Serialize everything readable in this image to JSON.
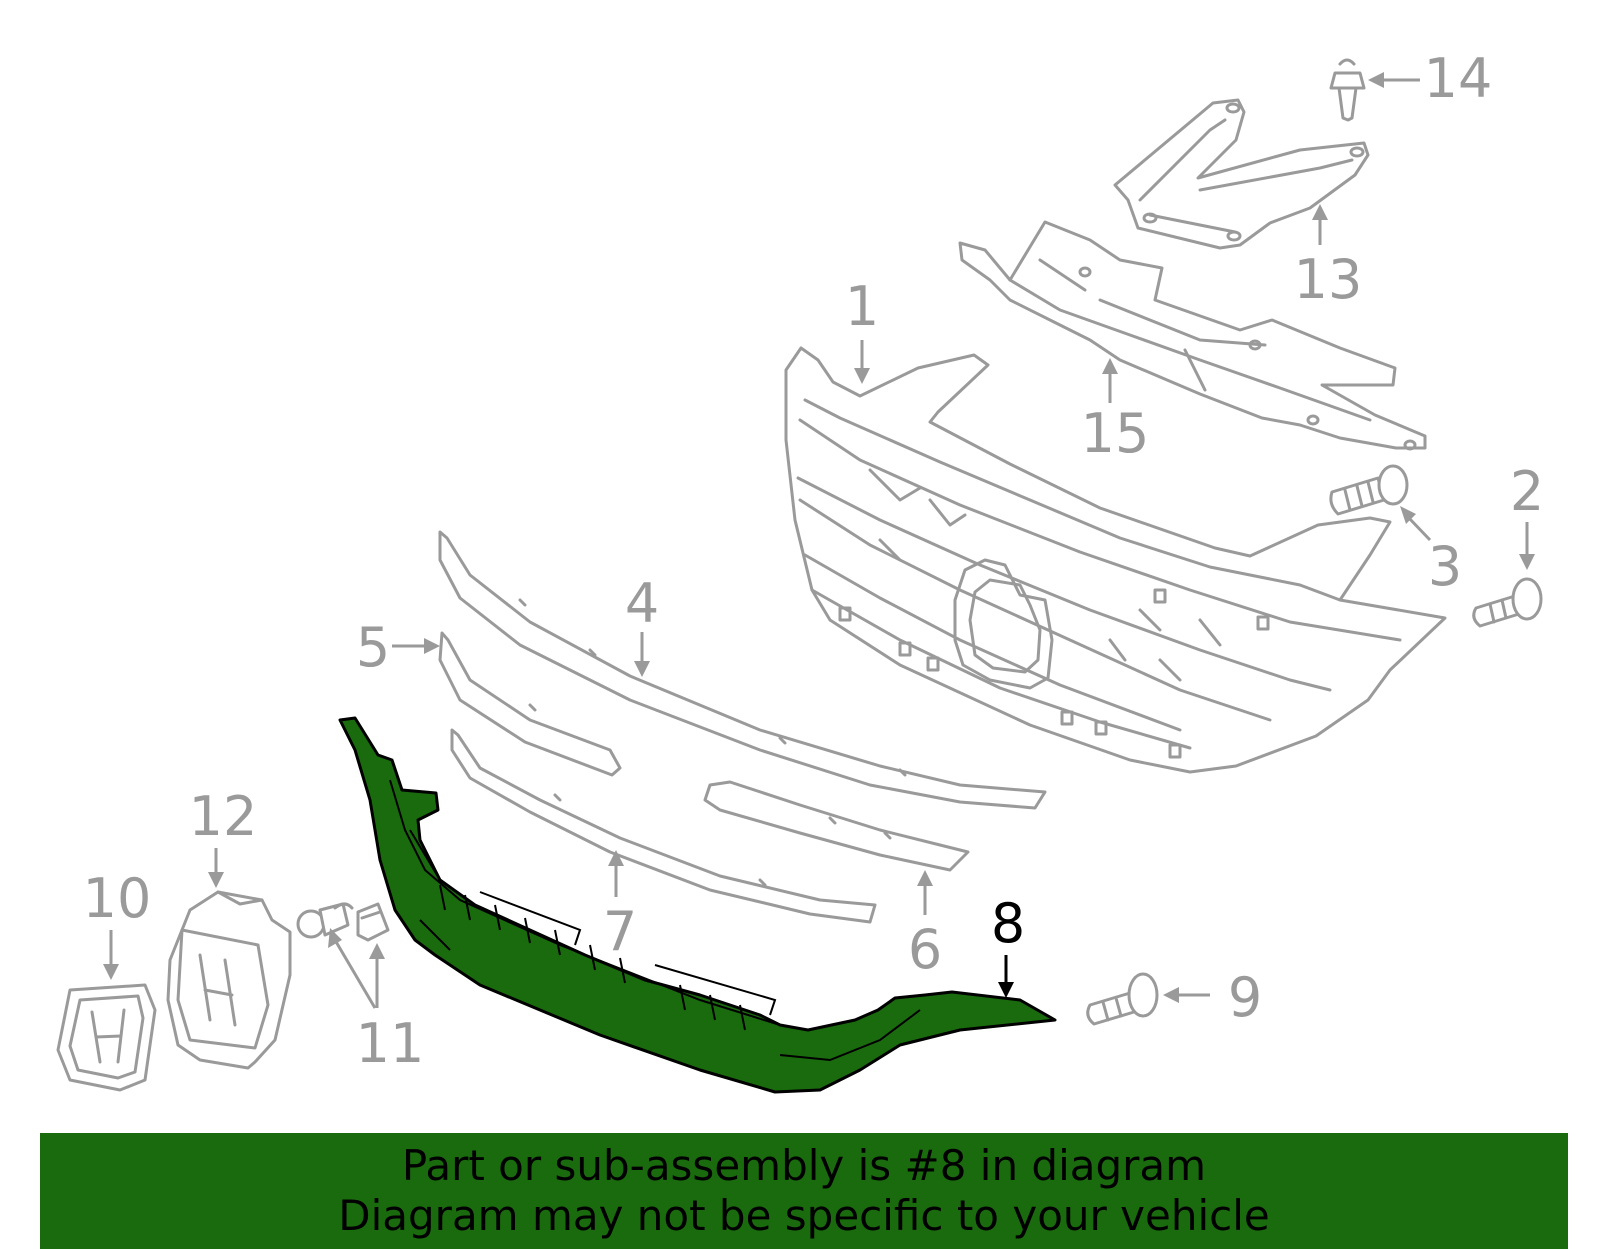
{
  "accent_color": "#1a6b0e",
  "line_color": "#9a9a9a",
  "highlight_part": "8",
  "callouts": {
    "c1": "1",
    "c2": "2",
    "c3": "3",
    "c4": "4",
    "c5": "5",
    "c6": "6",
    "c7": "7",
    "c8": "8",
    "c9": "9",
    "c10": "10",
    "c11": "11",
    "c12": "12",
    "c13": "13",
    "c14": "14",
    "c15": "15"
  },
  "banner": {
    "line1": "Part or sub-assembly is #8 in diagram",
    "line2": "Diagram may not be specific to your vehicle"
  }
}
